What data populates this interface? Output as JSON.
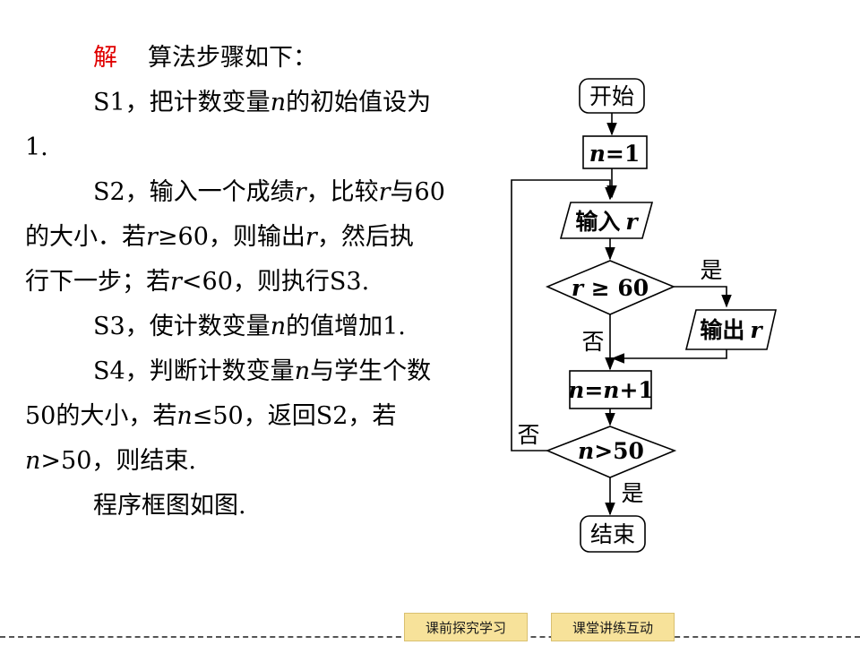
{
  "solution": {
    "label": "解",
    "heading": "算法步骤如下：",
    "s1_a": "S1，把计数变量",
    "s1_var": "n",
    "s1_b": "的初始值设为",
    "s1_c": "1.",
    "s2_a": "S2，输入一个成绩",
    "s2_var1": "r",
    "s2_b": "，比较",
    "s2_var2": "r",
    "s2_c": "与60",
    "s2_d": "的大小．若",
    "s2_var3": "r",
    "s2_e": "≥60，则输出",
    "s2_var4": "r",
    "s2_f": "，然后执",
    "s2_g": "行下一步；若",
    "s2_var5": "r",
    "s2_h": "<60，则执行S3.",
    "s3_a": "S3，使计数变量",
    "s3_var": "n",
    "s3_b": "的值增加1.",
    "s4_a": "S4，判断计数变量",
    "s4_var1": "n",
    "s4_b": "与学生个数",
    "s4_c": "50的大小，若",
    "s4_var2": "n",
    "s4_d": "≤50，返回S2，若",
    "s4_var3": "n",
    "s4_e": ">50，则结束.",
    "conclusion": "程序框图如图."
  },
  "flowchart": {
    "start": "开始",
    "init_var": "n",
    "init_rest": "=1",
    "input_label": "输入",
    "input_var": "r",
    "decision1_var": "r",
    "decision1_rest": " ≥ 60",
    "yes1": "是",
    "no1": "否",
    "output_label": "输出",
    "output_var": "r",
    "increment_var1": "n",
    "increment_eq": "=",
    "increment_var2": "n",
    "increment_rest": "+1",
    "decision2_var": "n",
    "decision2_rest": ">50",
    "no2": "否",
    "yes2": "是",
    "end": "结束"
  },
  "nav": {
    "btn1": "课前探究学习",
    "btn2": "课堂讲练互动"
  }
}
